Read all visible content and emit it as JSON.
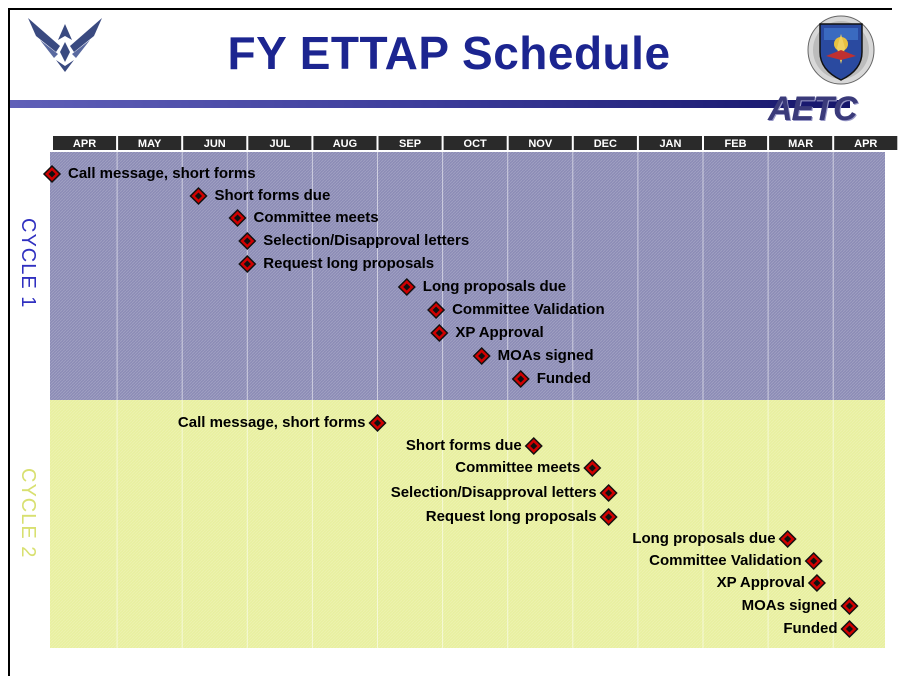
{
  "title": "FY ETTAP Schedule",
  "logo_text": "AETC",
  "colors": {
    "title": "#1c2590",
    "cycle1_bg": "#8c8cb6",
    "cycle2_bg": "#e8f0a0",
    "cycle1_label": "#3030c0",
    "cycle2_label": "#d8e070",
    "marker_fill": "#d00000",
    "header_bg": "#2a2a2a"
  },
  "chart_data": {
    "type": "timeline",
    "months": [
      "APR",
      "MAY",
      "JUN",
      "JUL",
      "AUG",
      "SEP",
      "OCT",
      "NOV",
      "DEC",
      "JAN",
      "FEB",
      "MAR",
      "APR"
    ],
    "cycles": [
      {
        "name": "CYCLE 1",
        "events": [
          {
            "label": "Call message, short forms",
            "month": 0.0
          },
          {
            "label": "Short forms due",
            "month": 2.25
          },
          {
            "label": "Committee meets",
            "month": 2.85
          },
          {
            "label": "Selection/Disapproval letters",
            "month": 3.0
          },
          {
            "label": "Request long proposals",
            "month": 3.0
          },
          {
            "label": "Long proposals due",
            "month": 5.45
          },
          {
            "label": "Committee Validation",
            "month": 5.9
          },
          {
            "label": "XP Approval",
            "month": 5.95
          },
          {
            "label": "MOAs signed",
            "month": 6.6
          },
          {
            "label": "Funded",
            "month": 7.2
          }
        ]
      },
      {
        "name": "CYCLE 2",
        "events": [
          {
            "label": "Call message, short forms",
            "month": 5.0
          },
          {
            "label": "Short forms due",
            "month": 7.4
          },
          {
            "label": "Committee meets",
            "month": 8.3
          },
          {
            "label": "Selection/Disapproval letters",
            "month": 8.55
          },
          {
            "label": "Request long proposals",
            "month": 8.55
          },
          {
            "label": "Long proposals due",
            "month": 11.3
          },
          {
            "label": "Committee Validation",
            "month": 11.7
          },
          {
            "label": "XP Approval",
            "month": 11.75
          },
          {
            "label": "MOAs signed",
            "month": 12.25
          },
          {
            "label": "Funded",
            "month": 12.25
          }
        ]
      }
    ]
  }
}
